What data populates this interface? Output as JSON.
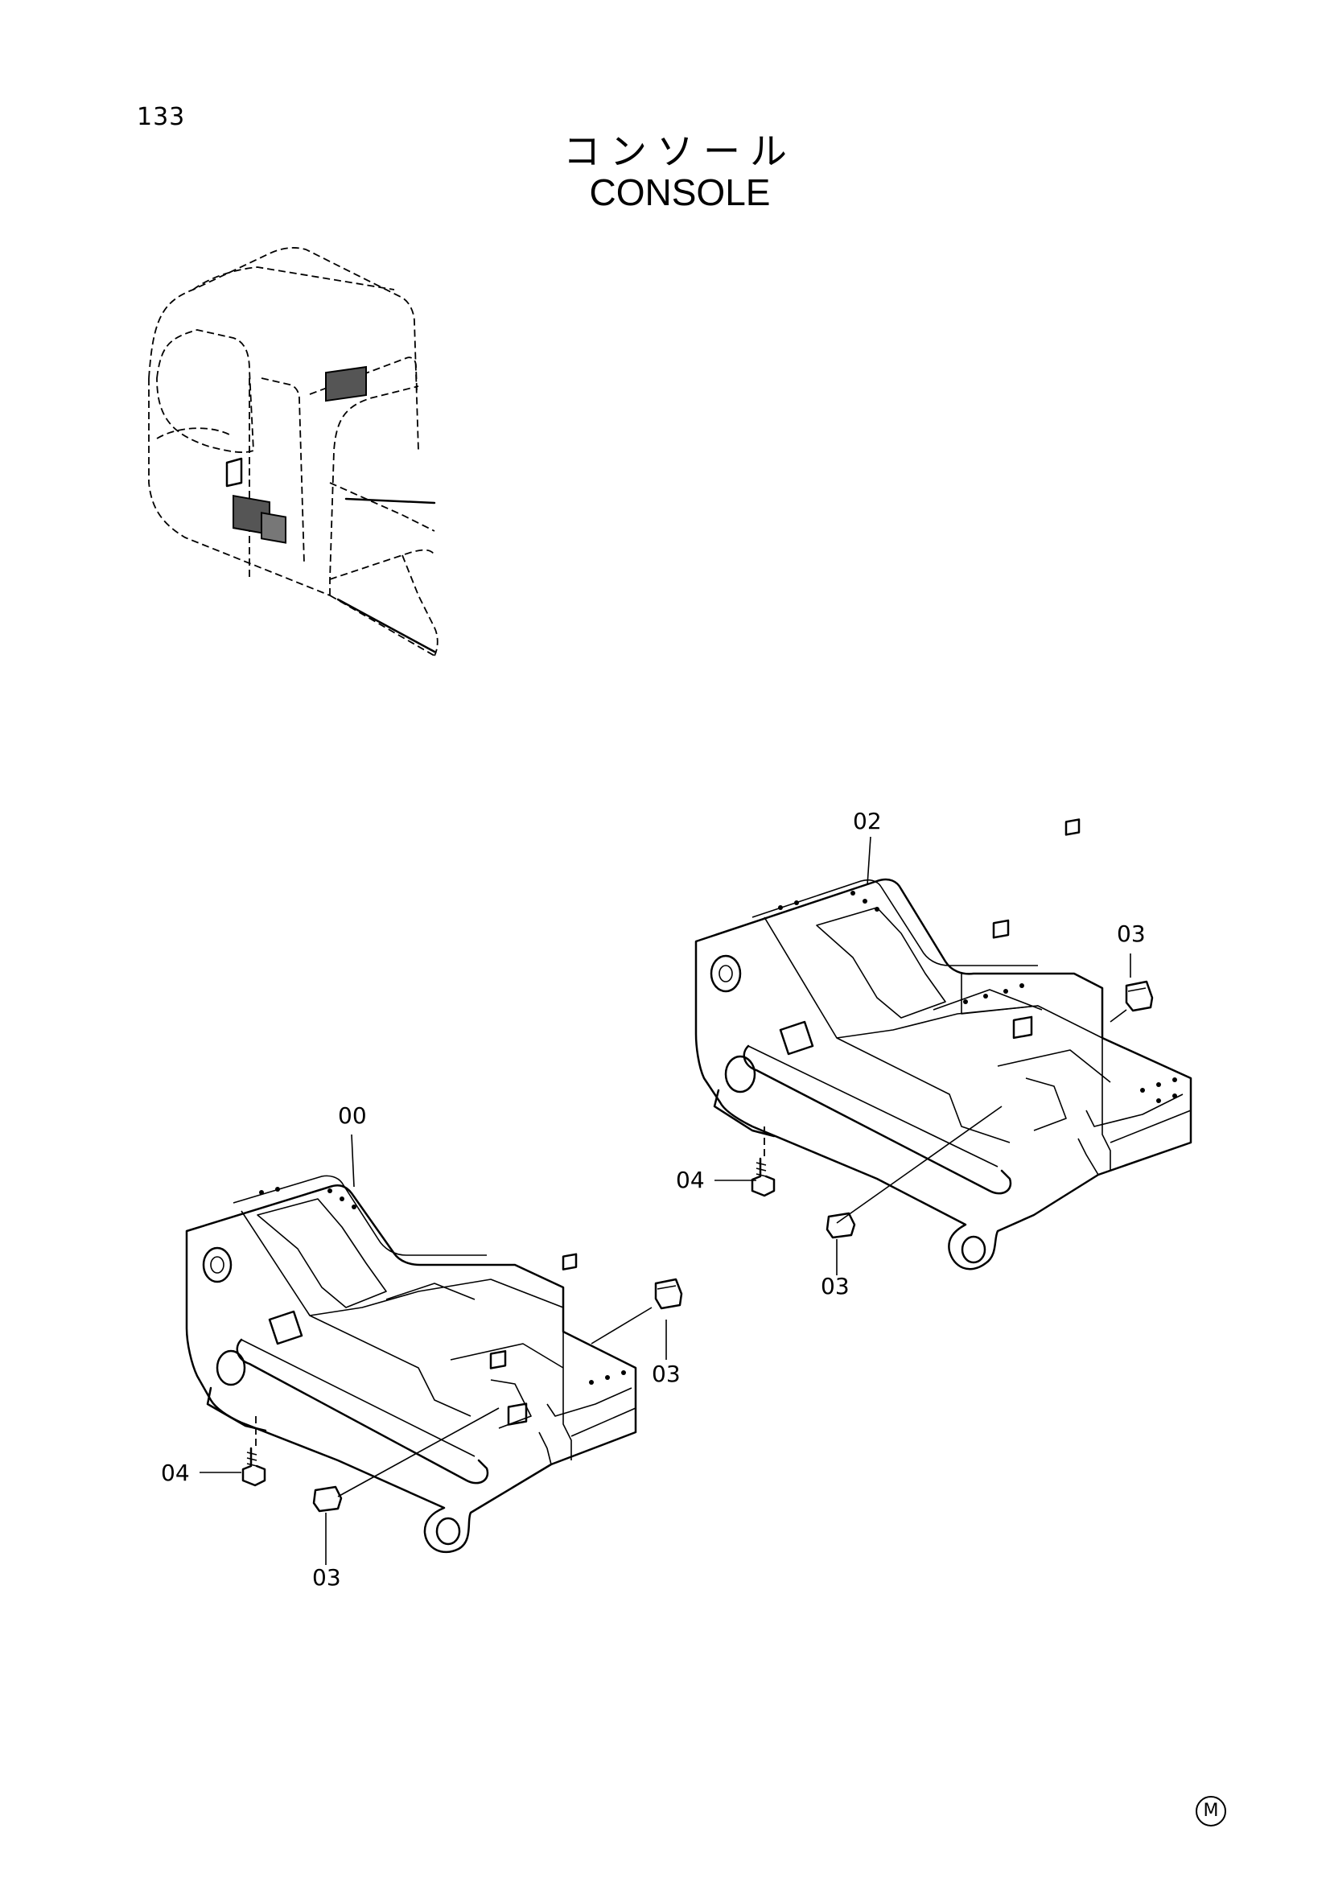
{
  "page": {
    "number": "133",
    "marker": "M"
  },
  "title": {
    "japanese": "コンソール",
    "english": "CONSOLE"
  },
  "callouts": {
    "upper_console": {
      "frame": "02",
      "cap_top": "03",
      "cap_bottom": "03",
      "bolt": "04"
    },
    "lower_console": {
      "frame": "00",
      "cap_right": "03",
      "cap_bottom": "03",
      "bolt": "04"
    }
  },
  "icons": [
    "cab-location-icon",
    "console-frame-icon",
    "cap-icon",
    "bolt-icon"
  ]
}
